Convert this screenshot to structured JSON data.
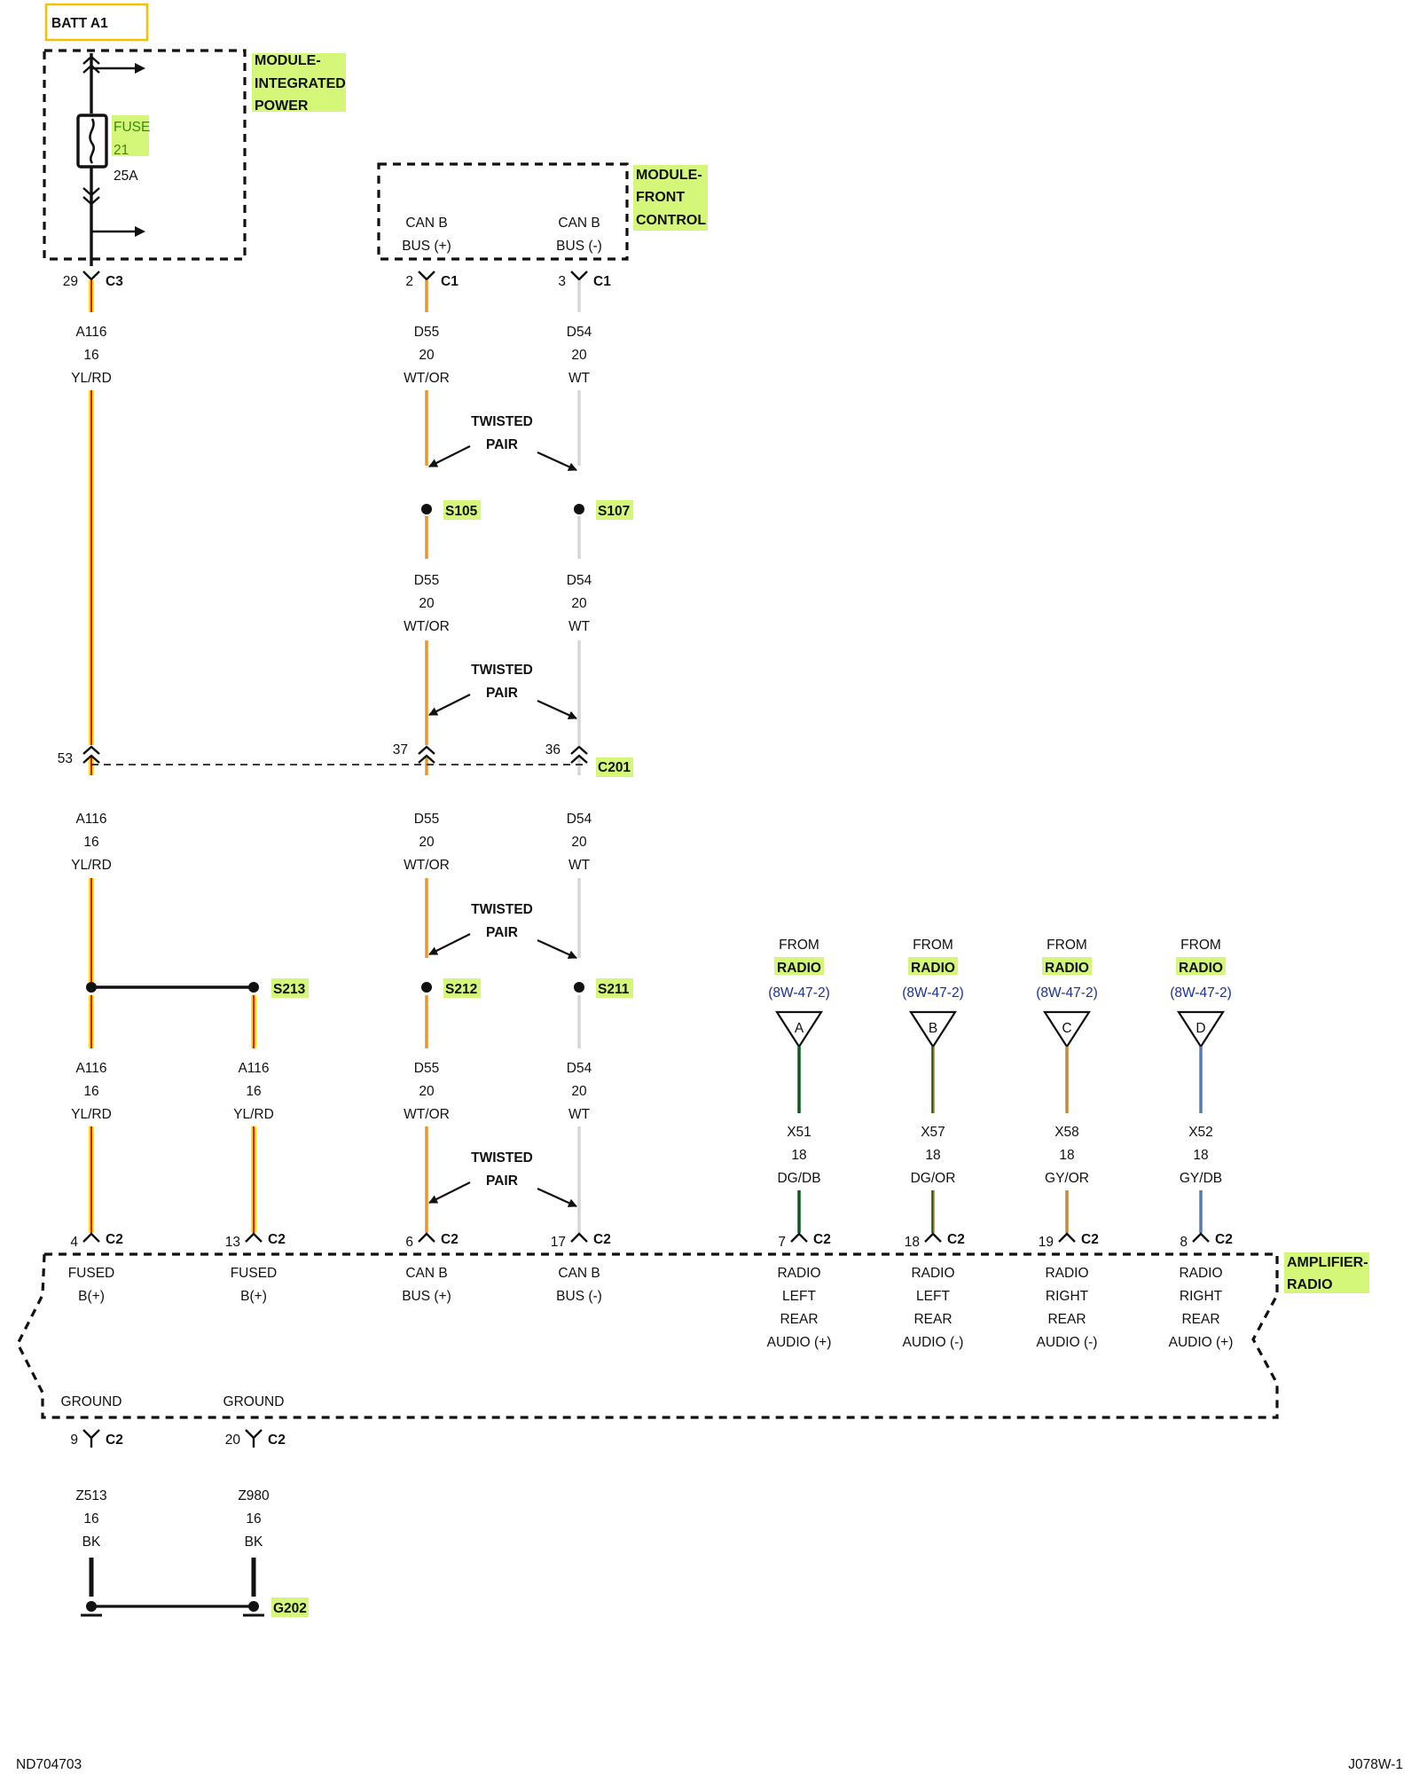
{
  "batt": "BATT A1",
  "modules": {
    "ipm": [
      "MODULE-",
      "INTEGRATED",
      "POWER"
    ],
    "ipm_fuse": [
      "FUSE",
      "21"
    ],
    "ipm_amps": "25A",
    "fcm": [
      "MODULE-",
      "FRONT",
      "CONTROL"
    ],
    "fcm_pin1": [
      "CAN B",
      "BUS (+)"
    ],
    "fcm_pin2": [
      "CAN B",
      "BUS (-)"
    ],
    "amp": [
      "AMPLIFIER-",
      "RADIO"
    ]
  },
  "connectors": {
    "c3_pin": "29",
    "c3": "C3",
    "c1a_pin": "2",
    "c1b_pin": "3",
    "c1": "C1",
    "c201_pin_a": "53",
    "c201_pin_b": "37",
    "c201_pin_c": "36",
    "c201": "C201",
    "c2": "C2",
    "c2_pins": [
      "4",
      "13",
      "6",
      "17",
      "7",
      "18",
      "19",
      "8"
    ],
    "gnd_pins": [
      "9",
      "20"
    ]
  },
  "wires": {
    "a116": [
      "A116",
      "16",
      "YL/RD"
    ],
    "d55": [
      "D55",
      "20",
      "WT/OR"
    ],
    "d54": [
      "D54",
      "20",
      "WT"
    ],
    "x51": [
      "X51",
      "18",
      "DG/DB"
    ],
    "x57": [
      "X57",
      "18",
      "DG/OR"
    ],
    "x58": [
      "X58",
      "18",
      "GY/OR"
    ],
    "x52": [
      "X52",
      "18",
      "GY/DB"
    ],
    "z513": [
      "Z513",
      "16",
      "BK"
    ],
    "z980": [
      "Z980",
      "16",
      "BK"
    ]
  },
  "twisted": [
    "TWISTED",
    "PAIR"
  ],
  "splices": {
    "s105": "S105",
    "s107": "S107",
    "s213": "S213",
    "s212": "S212",
    "s211": "S211",
    "g202": "G202"
  },
  "from_radio": {
    "from": "FROM",
    "radio": "RADIO",
    "ref": "(8W-47-2)",
    "letters": [
      "A",
      "B",
      "C",
      "D"
    ]
  },
  "amp_pins": {
    "fused1": [
      "FUSED",
      "B(+)"
    ],
    "fused2": [
      "FUSED",
      "B(+)"
    ],
    "canp": [
      "CAN B",
      "BUS (+)"
    ],
    "cann": [
      "CAN B",
      "BUS (-)"
    ],
    "a1": [
      "RADIO",
      "LEFT",
      "REAR",
      "AUDIO (+)"
    ],
    "a2": [
      "RADIO",
      "LEFT",
      "REAR",
      "AUDIO (-)"
    ],
    "a3": [
      "RADIO",
      "RIGHT",
      "REAR",
      "AUDIO (-)"
    ],
    "a4": [
      "RADIO",
      "RIGHT",
      "REAR",
      "AUDIO (+)"
    ],
    "gnd": "GROUND"
  },
  "footer": {
    "left": "ND704703",
    "right": "J078W-1"
  },
  "colors": {
    "yellow": "#ffe100",
    "red": "#e0141e",
    "orange": "#e8962e",
    "white_wire": "#d6d6d6",
    "dark_green": "#0d5a1e",
    "dark_blue": "#1a3b8c",
    "gray": "#8a8a8a",
    "highlight": "#d4f77a"
  }
}
